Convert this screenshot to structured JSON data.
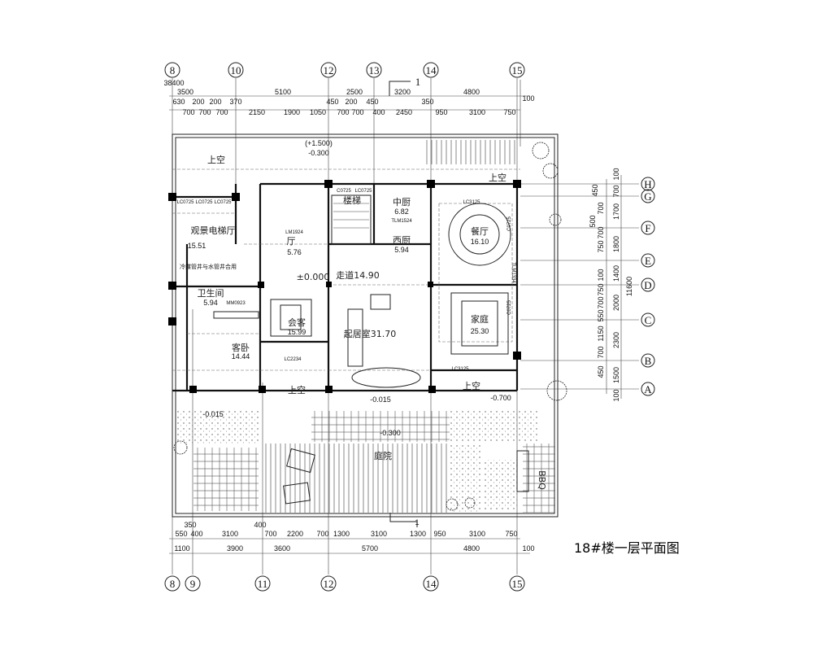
{
  "title": "18#楼一层平面图",
  "total_width": "38400",
  "total_depth": "11600",
  "section_mark": "1",
  "axes": {
    "top": [
      "8",
      "10",
      "12",
      "13",
      "14",
      "15"
    ],
    "bottom": [
      "8",
      "9",
      "11",
      "12",
      "14",
      "15"
    ],
    "right": [
      "H",
      "G",
      "F",
      "E",
      "D",
      "C",
      "B",
      "A"
    ]
  },
  "dims_top": {
    "row1": [
      "3500",
      "5100",
      "2500",
      "3200",
      "4800",
      "100"
    ],
    "row2": [
      "630",
      "200",
      "200",
      "370",
      "450",
      "200",
      "450",
      "350"
    ],
    "row3": [
      "700",
      "700",
      "700",
      "2150",
      "1900",
      "1050",
      "700",
      "700",
      "400",
      "2450",
      "950",
      "3100",
      "750"
    ]
  },
  "dims_bottom": {
    "upper": [
      "350",
      "400"
    ],
    "row1": [
      "550",
      "400",
      "3100",
      "700",
      "2200",
      "700",
      "1300",
      "3100",
      "1300",
      "950",
      "3100",
      "750"
    ],
    "row2": [
      "1100",
      "3900",
      "3600",
      "5700",
      "4800",
      "100"
    ]
  },
  "dims_right": {
    "outer": [
      "100",
      "1500",
      "2300",
      "2000",
      "1400",
      "1800",
      "1700",
      "700",
      "100"
    ],
    "inner": [
      "450",
      "700",
      "1150",
      "550",
      "700",
      "750",
      "100",
      "750",
      "700",
      "500",
      "700",
      "450"
    ]
  },
  "rooms": {
    "void1": "上空",
    "void2": "上空",
    "void3": "上空",
    "void4": "上空",
    "elevator_hall": "观景电梯厅",
    "elevator_hall_area": "15.51",
    "hall": "厅",
    "hall_area": "5.76",
    "corridor": "走道14.90",
    "stair": "楼梯",
    "kitchen_cn": "中厨",
    "kitchen_cn_area": "6.82",
    "kitchen_w": "西厨",
    "kitchen_w_area": "5.94",
    "dining": "餐厅",
    "dining_area": "16.10",
    "family": "家庭",
    "family_area": "25.30",
    "living": "起居室31.70",
    "reception": "会客",
    "reception_area": "15.99",
    "bath": "卫生间",
    "bath_area": "5.94",
    "guest": "客卧",
    "guest_area": "14.44",
    "courtyard": "庭院",
    "bbq": "BBQ",
    "shaft_note": "冷媒管井与水管井合用"
  },
  "levels": {
    "floor": "±0.000",
    "l1": "-0.015",
    "l2": "-0.015",
    "l3": "-0.300",
    "l4": "-0.700",
    "l5": "(+1.500)",
    "l6": "-0.300"
  },
  "window_codes": [
    "LC0725",
    "LC0725",
    "LC0725",
    "C0725",
    "LC0725",
    "LC3125",
    "LC2234",
    "LC3125",
    "MM0923",
    "LM1924",
    "TLM1524",
    "TLM1334",
    "C0725",
    "C0725"
  ]
}
